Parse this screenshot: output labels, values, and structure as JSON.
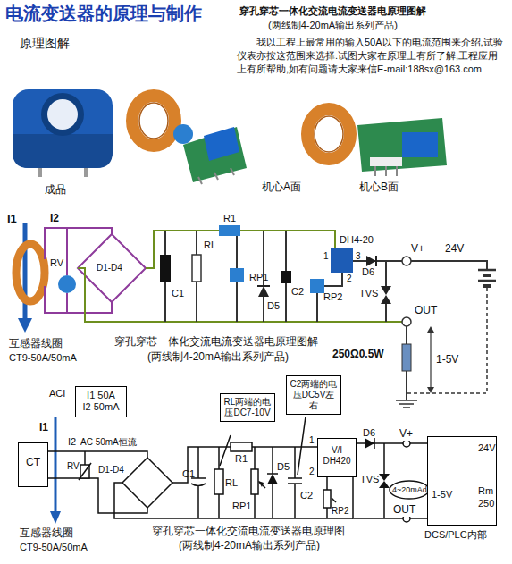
{
  "diagram": {
    "title": "电流变送器的原理与制作",
    "nodes": [
      {
        "text": [
          "ACI",
          "I1 50A",
          "I2 50mA"
        ]
      },
      {
        "text": [
          "CT"
        ]
      },
      {
        "text": [
          "RL两端的电压DC7-10V"
        ]
      },
      {
        "text": [
          "C2两端的电压DC5V左右"
        ]
      },
      {
        "text": [
          "V/I",
          "DH420"
        ]
      },
      {
        "text": [
          "24V",
          "1-5V",
          "Rm",
          "250",
          "DCS/PLC内部"
        ]
      }
    ],
    "edges": [
      {
        "from": 4,
        "to": 5,
        "arrow": "none",
        "label": "V+"
      },
      {
        "from": 4,
        "to": 5,
        "arrow": "none",
        "label": "OUT"
      }
    ],
    "labels": [
      "原理图解",
      "穿孔穿芯一体化交流电流变送器电原理图解",
      "(两线制4-20mA输出系列产品)",
      "我以工程上最常用的输入50A以下的电流范围来介绍,试验仪表亦按这范围来选择.试图大家在原理上有所了解,工程应用上有所帮助,如有问题请大家来信E-mail:188sx@163.com",
      "成品",
      "机心A面",
      "机心B面",
      "I1",
      "I2",
      "RV",
      "D1-D4",
      "C1",
      "RL",
      "R1",
      "RP1",
      "D5",
      "C2",
      "RP2",
      "DH4-20",
      "1",
      "3",
      "2",
      "D6",
      "V+",
      "24V",
      "TVS",
      "OUT",
      "250Ω0.5W",
      "1-5V",
      "互感器线圈",
      "CT9-50A/50mA",
      "穿孔穿芯一体化交流电流变送器电原理图解",
      "(两线制4-20mA输出系列产品)",
      "I1",
      "I2",
      "AC 50mA恒流",
      "RV",
      "C1",
      "D1-D4",
      "RL",
      "R1",
      "RP1",
      "D5",
      "C2",
      "1",
      "2",
      "D6",
      "TVS",
      "4~20mAdc",
      "RP2",
      "互感器线圈",
      "CT9-50A/50mA",
      "穿孔穿芯一体化交流电流变送器电原理图",
      "(两线制4-20mA输出系列产品)"
    ]
  }
}
